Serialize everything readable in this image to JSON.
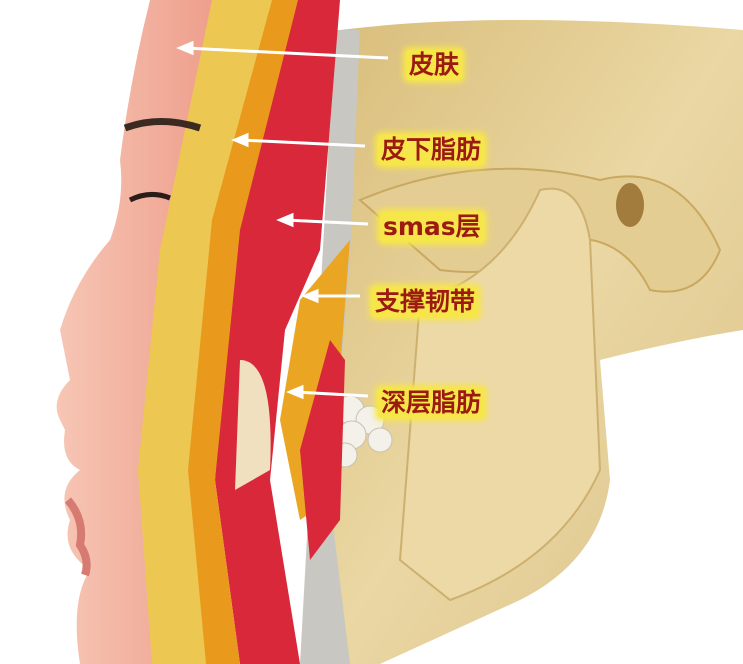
{
  "labels": {
    "skin": "皮肤",
    "subcutaneous_fat": "皮下脂肪",
    "smas": "smas层",
    "retaining_ligament": "支撑韧带",
    "deep_fat": "深层脂肪"
  },
  "colors": {
    "label_text": "#9b1a12",
    "label_glow": "#f7e64a",
    "skin": "#f4b9a6",
    "fat": "#e8c04a",
    "orange_fat": "#e99a1c",
    "muscle": "#d8283a",
    "bone": "#e9d49c"
  }
}
